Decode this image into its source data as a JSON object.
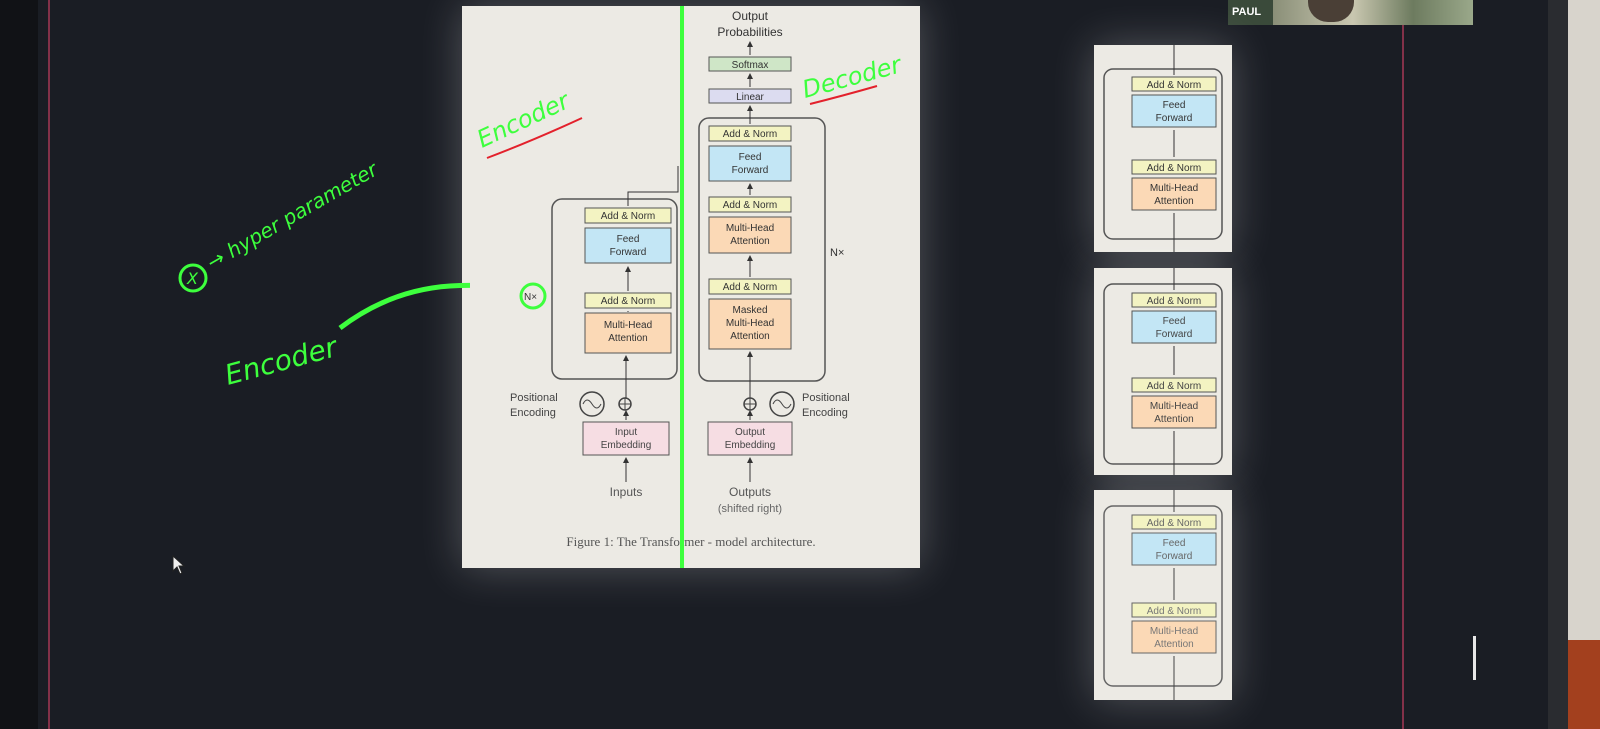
{
  "participant": {
    "name": "PAUL"
  },
  "annotations": {
    "encoder_top": "Encoder",
    "decoder_top": "Decoder",
    "hyperparam": "→ hyper parameter",
    "hyperparam_symbol": "X",
    "encoder_left": "Encoder"
  },
  "diagram": {
    "output_probabilities": "Output Probabilities",
    "softmax": "Softmax",
    "linear": "Linear",
    "add_norm": "Add & Norm",
    "feed_forward": "Feed Forward",
    "multi_head_attention": "Multi-Head Attention",
    "masked_multi_head_attention": "Masked Multi-Head Attention",
    "nx": "N×",
    "positional_encoding": "Positional Encoding",
    "input_embedding": "Input Embedding",
    "output_embedding": "Output Embedding",
    "inputs": "Inputs",
    "outputs": "Outputs",
    "shifted_right": "(shifted right)",
    "caption": "Figure 1: The Transformer - model architecture."
  },
  "colors": {
    "add_norm": "#f3f3c2",
    "feed_forward": "#c3e6f5",
    "attention": "#fbd9b6",
    "embedding": "#f6dde3",
    "softmax": "#cfe6c7",
    "linear": "#dcdcf0",
    "annotation_green": "#3dff3d",
    "annotation_red": "#e3212c"
  }
}
